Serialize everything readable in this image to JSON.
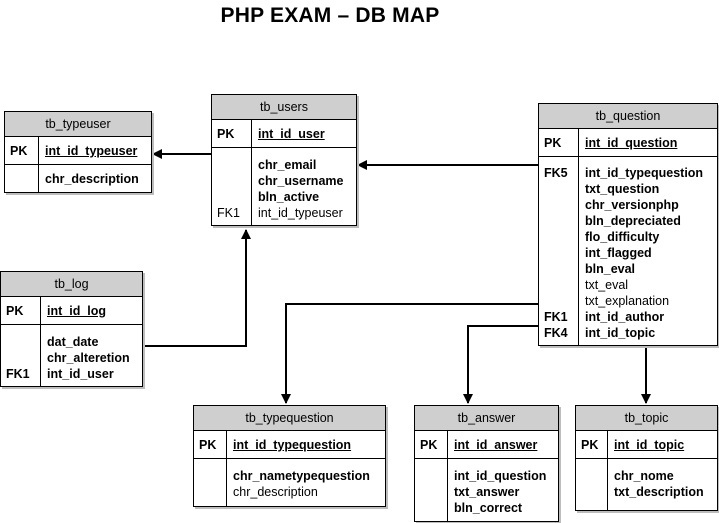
{
  "title": "PHP EXAM – DB MAP",
  "tables": {
    "tb_typeuser": {
      "name": "tb_typeuser",
      "pk": {
        "key": "PK",
        "field": "int_id_typeuser"
      },
      "fields": [
        {
          "key": "",
          "field": "chr_description",
          "bold": true
        }
      ]
    },
    "tb_users": {
      "name": "tb_users",
      "pk": {
        "key": "PK",
        "field": "int_id_user"
      },
      "fields": [
        {
          "key": "",
          "field": "chr_email",
          "bold": true
        },
        {
          "key": "",
          "field": "chr_username",
          "bold": true
        },
        {
          "key": "",
          "field": "bln_active",
          "bold": true
        },
        {
          "key": "FK1",
          "field": "int_id_typeuser",
          "bold": false
        }
      ]
    },
    "tb_log": {
      "name": "tb_log",
      "pk": {
        "key": "PK",
        "field": "int_id_log"
      },
      "fields": [
        {
          "key": "",
          "field": "dat_date",
          "bold": true
        },
        {
          "key": "",
          "field": "chr_alteretion",
          "bold": true
        },
        {
          "key": "FK1",
          "field": "int_id_user",
          "bold": true
        }
      ]
    },
    "tb_question": {
      "name": "tb_question",
      "pk": {
        "key": "PK",
        "field": "int_id_question"
      },
      "fields": [
        {
          "key": "FK5",
          "field": "int_id_typequestion",
          "bold": true
        },
        {
          "key": "",
          "field": "txt_question",
          "bold": true
        },
        {
          "key": "",
          "field": "chr_versionphp",
          "bold": true
        },
        {
          "key": "",
          "field": "bln_depreciated",
          "bold": true
        },
        {
          "key": "",
          "field": "flo_difficulty",
          "bold": true
        },
        {
          "key": "",
          "field": "int_flagged",
          "bold": true
        },
        {
          "key": "",
          "field": "bln_eval",
          "bold": true
        },
        {
          "key": "",
          "field": "txt_eval",
          "bold": false
        },
        {
          "key": "",
          "field": "txt_explanation",
          "bold": false
        },
        {
          "key": "FK1",
          "field": "int_id_author",
          "bold": true
        },
        {
          "key": "FK4",
          "field": "int_id_topic",
          "bold": true
        }
      ]
    },
    "tb_typequestion": {
      "name": "tb_typequestion",
      "pk": {
        "key": "PK",
        "field": "int_id_typequestion"
      },
      "fields": [
        {
          "key": "",
          "field": "chr_nametypequestion",
          "bold": true
        },
        {
          "key": "",
          "field": "chr_description",
          "bold": false
        }
      ]
    },
    "tb_answer": {
      "name": "tb_answer",
      "pk": {
        "key": "PK",
        "field": "int_id_answer"
      },
      "fields": [
        {
          "key": "",
          "field": "int_id_question",
          "bold": true
        },
        {
          "key": "",
          "field": "txt_answer",
          "bold": true
        },
        {
          "key": "",
          "field": "bln_correct",
          "bold": true
        }
      ]
    },
    "tb_topic": {
      "name": "tb_topic",
      "pk": {
        "key": "PK",
        "field": "int_id_topic"
      },
      "fields": [
        {
          "key": "",
          "field": "chr_nome",
          "bold": true
        },
        {
          "key": "",
          "field": "txt_description",
          "bold": true
        }
      ]
    }
  }
}
